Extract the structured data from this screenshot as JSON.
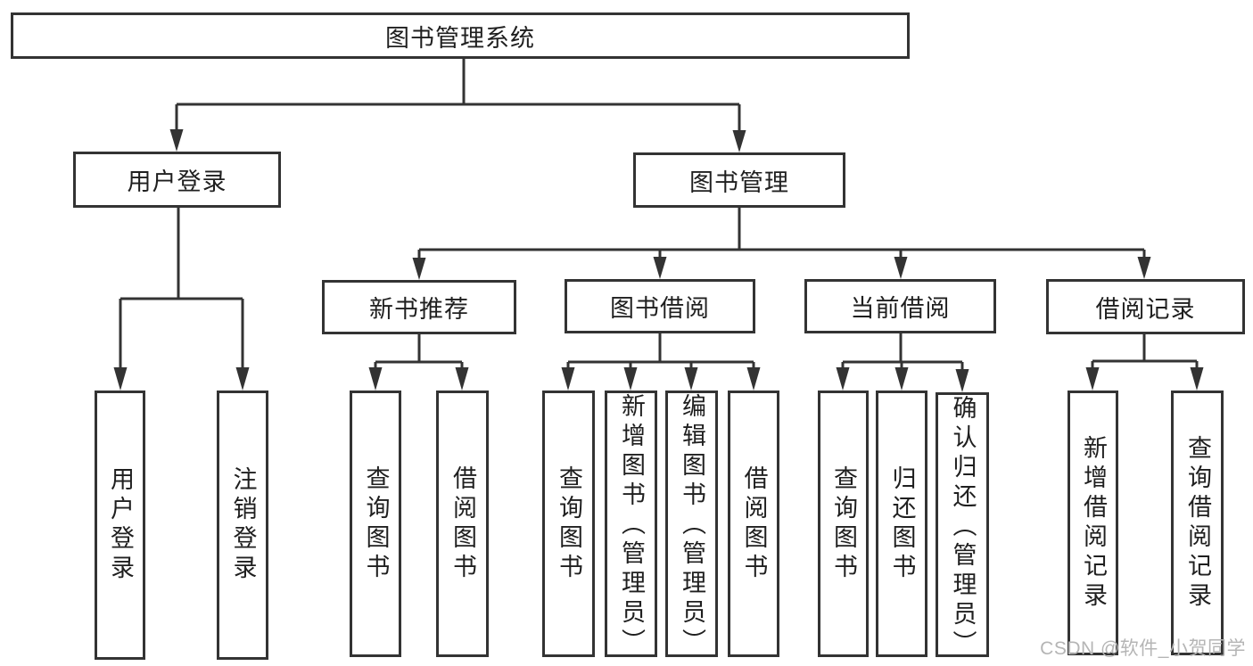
{
  "diagram": {
    "root": "图书管理系统",
    "branches": {
      "user_login": "用户登录",
      "book_management": "图书管理"
    },
    "user_login_children": {
      "login": "用户登录",
      "logout": "注销登录"
    },
    "book_management_children": {
      "new_book_recommend": "新书推荐",
      "book_borrow": "图书借阅",
      "current_borrow": "当前借阅",
      "borrow_records": "借阅记录"
    },
    "new_book_recommend_children": {
      "query_books": "查询图书",
      "borrow_books": "借阅图书"
    },
    "book_borrow_children": {
      "query_books": "查询图书",
      "add_books_admin": "新增图书（管理员）",
      "edit_books_admin": "编辑图书（管理员）",
      "borrow_books": "借阅图书"
    },
    "current_borrow_children": {
      "query_books": "查询图书",
      "return_books": "归还图书",
      "confirm_return_admin": "确认归还（管理员）"
    },
    "borrow_records_children": {
      "add_borrow_record": "新增借阅记录",
      "query_borrow_record": "查询借阅记录"
    }
  },
  "watermark": "CSDN @软件_小贺同学",
  "colors": {
    "line": "#333333",
    "text": "#1f1f1f",
    "watermark": "#b5b5b5",
    "background": "#ffffff"
  }
}
